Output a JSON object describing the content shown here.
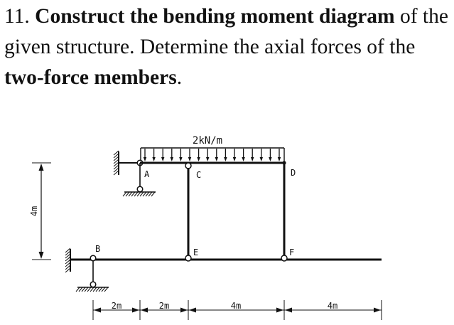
{
  "problem": {
    "number": "11.",
    "bold_1": "Construct the bending moment diagram",
    "text_1": "of the given structure. Determine the axial forces of the",
    "bold_2": "two-force members",
    "text_2": "."
  },
  "figure": {
    "load_label": "2kN/m",
    "joint_labels": {
      "A": "A",
      "B": "B",
      "C": "C",
      "D": "D",
      "E": "E",
      "F": "F"
    },
    "height_label": "4m",
    "span_labels": [
      "2m",
      "2m",
      "4m",
      "4m"
    ]
  }
}
